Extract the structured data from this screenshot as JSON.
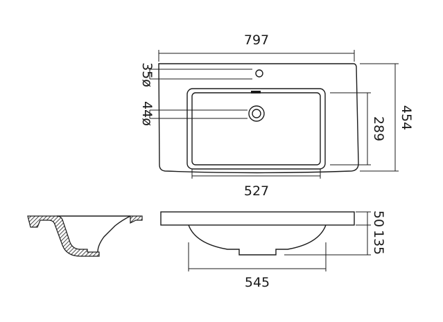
{
  "dimensions": {
    "overall_width": "797",
    "overall_depth": "454",
    "bowl_width": "527",
    "bowl_depth": "289",
    "tap_hole": "35ø",
    "waste_hole": "44ø",
    "rim_height": "50",
    "bowl_height": "135",
    "underside_width": "545"
  }
}
